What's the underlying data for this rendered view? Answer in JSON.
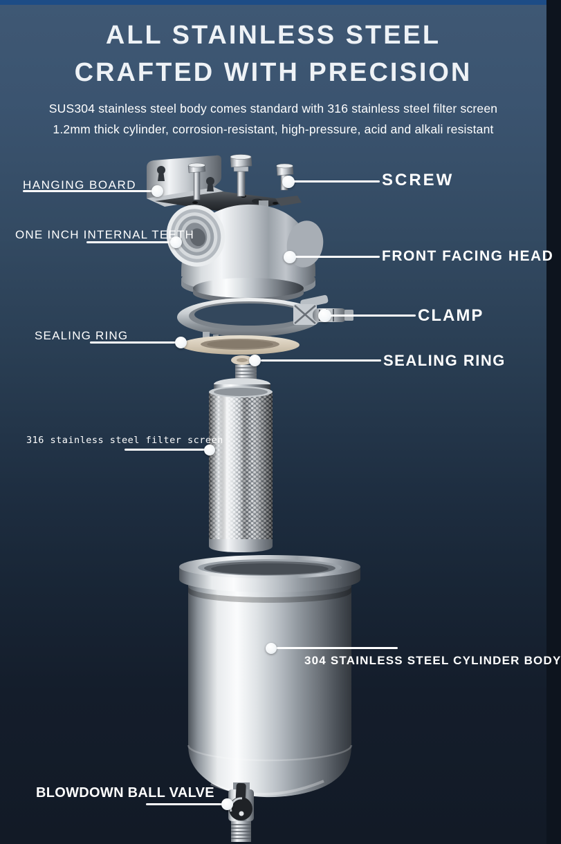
{
  "hero": {
    "title_line1": "ALL STAINLESS STEEL",
    "title_line2": "CRAFTED WITH PRECISION",
    "subtitle_line1": "SUS304 stainless steel body comes standard with 316 stainless steel filter screen",
    "subtitle_line2": "1.2mm thick cylinder, corrosion-resistant, high-pressure, acid and alkali resistant"
  },
  "callouts": {
    "hanging_board": "HANGING BOARD",
    "screw": "SCREW",
    "one_inch_internal_teeth": "ONE INCH INTERNAL TEETH",
    "front_facing_head": "FRONT FACING HEAD",
    "clamp": "CLAMP",
    "sealing_ring_left": "SEALING RING",
    "sealing_ring_right": "SEALING RING",
    "filter_screen": "316 stainless steel filter screen",
    "cylinder_body": "304 STAINLESS STEEL CYLINDER BODY",
    "blowdown_ball_valve": "BLOWDOWN BALL VALVE"
  },
  "colors": {
    "top_bar": "#1d4c86",
    "background_top": "#3f5874",
    "background_bottom": "#121a26",
    "label_text": "#ffffff",
    "callout_line": "#ffffff",
    "gasket_beige": "#d6cbb8"
  }
}
